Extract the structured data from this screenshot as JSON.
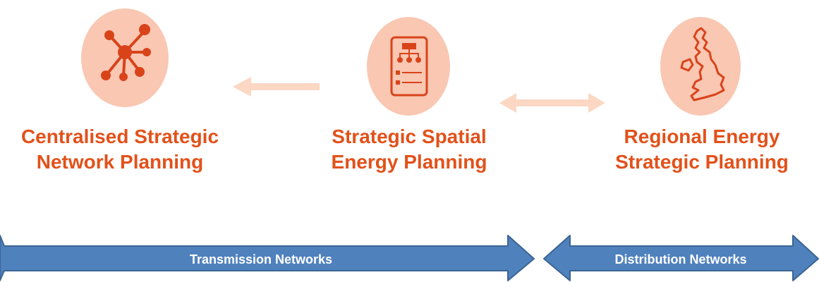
{
  "nodes": [
    {
      "id": "centralised",
      "icon": "network-hub-icon",
      "line1": "Centralised Strategic",
      "line2": "Network Planning"
    },
    {
      "id": "spatial",
      "icon": "document-hierarchy-icon",
      "line1": "Strategic Spatial",
      "line2": "Energy Planning"
    },
    {
      "id": "regional",
      "icon": "great-britain-map-icon",
      "line1": "Regional Energy",
      "line2": "Strategic Planning"
    }
  ],
  "bands": {
    "transmission": "Transmission Networks",
    "distribution": "Distribution Networks"
  },
  "colors": {
    "accent": "#e2511a",
    "icon_bg": "#f9c7b2",
    "connector": "#fbd7c4",
    "band_fill": "#4f81bd",
    "band_stroke": "#3b6593"
  }
}
